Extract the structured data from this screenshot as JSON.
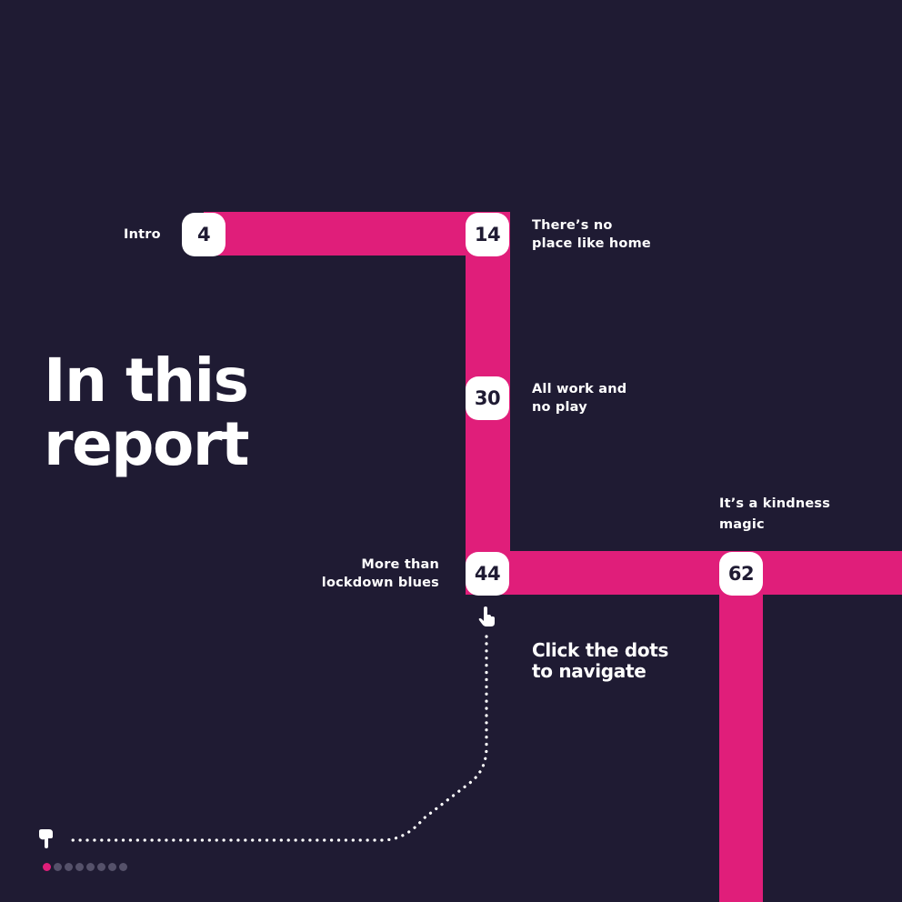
{
  "title": "In this\nreport",
  "hint": "Click the dots\nto navigate",
  "colors": {
    "background": "#1f1b33",
    "track": "#e01e7a",
    "stop_fill": "#ffffff",
    "pager_active": "#e01e7a",
    "pager_inactive": "#55516a"
  },
  "stops": [
    {
      "page": "4",
      "label": "Intro"
    },
    {
      "page": "14",
      "label": "There’s no\nplace like home"
    },
    {
      "page": "30",
      "label": "All work and\nno play"
    },
    {
      "page": "44",
      "label": "More than\nlockdown blues"
    },
    {
      "page": "62",
      "label": "It’s a kindness\nmagic"
    }
  ],
  "icons": {
    "pointer": "pointing-hand-icon",
    "start": "pointing-hand-icon"
  },
  "pager": {
    "total": 8,
    "active_index": 0
  }
}
